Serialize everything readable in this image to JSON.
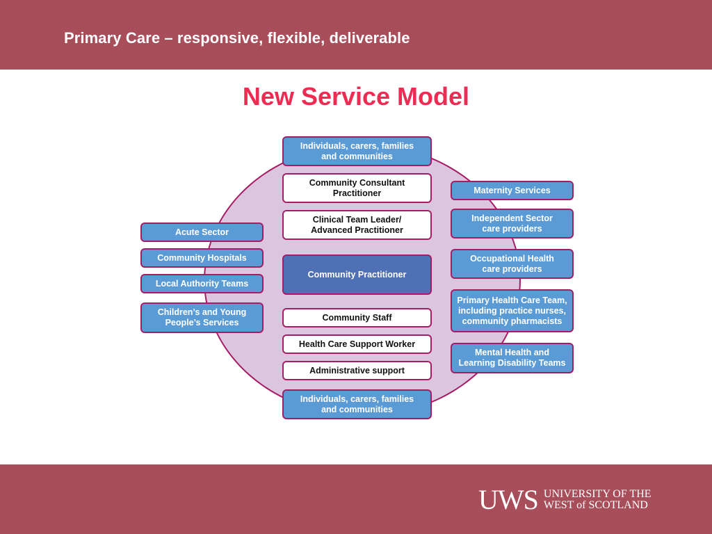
{
  "header": {
    "title": "Primary Care – responsive, flexible, deliverable"
  },
  "slide": {
    "title": "New Service Model"
  },
  "diagram": {
    "center_column": [
      "Individuals, carers, families\nand communities",
      "Community Consultant\nPractitioner",
      "Clinical Team Leader/\nAdvanced Practitioner",
      "Community Practitioner",
      "Community Staff",
      "Health Care Support Worker",
      "Administrative support",
      "Individuals, carers, families\nand communities"
    ],
    "left_column": [
      "Acute Sector",
      "Community Hospitals",
      "Local Authority Teams",
      "Children’s and Young\nPeople’s Services"
    ],
    "right_column": [
      "Maternity Services",
      "Independent Sector\ncare providers",
      "Occupational Health\ncare providers",
      "Primary Health Care Team,\nincluding practice nurses,\ncommunity pharmacists",
      "Mental Health and\nLearning Disability Teams"
    ]
  },
  "footer": {
    "logo_mark": "UWS",
    "logo_text_line1": "UNIVERSITY OF THE",
    "logo_text_line2": "WEST of SCOTLAND"
  },
  "colors": {
    "bar": "#a84e5b",
    "title": "#ed2c53",
    "box_blue": "#5b9bd5",
    "box_dark": "#4f70b4",
    "box_border": "#a51c65",
    "circle_fill": "#dcc6df"
  }
}
